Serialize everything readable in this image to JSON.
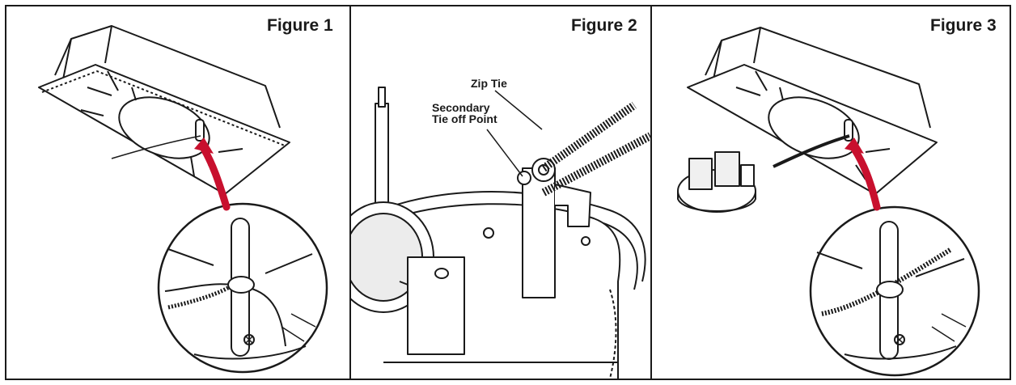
{
  "figures": [
    {
      "title": "Figure 1"
    },
    {
      "title": "Figure 2",
      "callouts": {
        "zip_tie": "Zip Tie",
        "secondary_line1": "Secondary",
        "secondary_line2": "Tie off Point"
      }
    },
    {
      "title": "Figure 3"
    }
  ],
  "colors": {
    "arrow": "#c8102e",
    "line": "#1a1a1a",
    "border": "#1a1a1a",
    "shade": "#e6e6e6"
  }
}
